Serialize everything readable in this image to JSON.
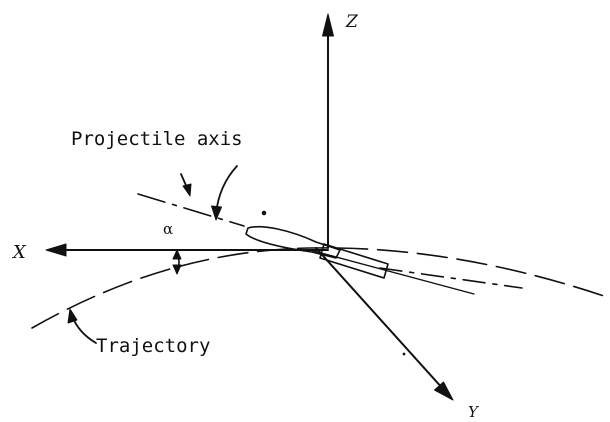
{
  "labels": {
    "z_axis": "Z",
    "x_axis": "X",
    "y_axis": "Y",
    "projectile_axis": "Projectile axis",
    "trajectory": "Trajectory",
    "alpha": "α"
  }
}
